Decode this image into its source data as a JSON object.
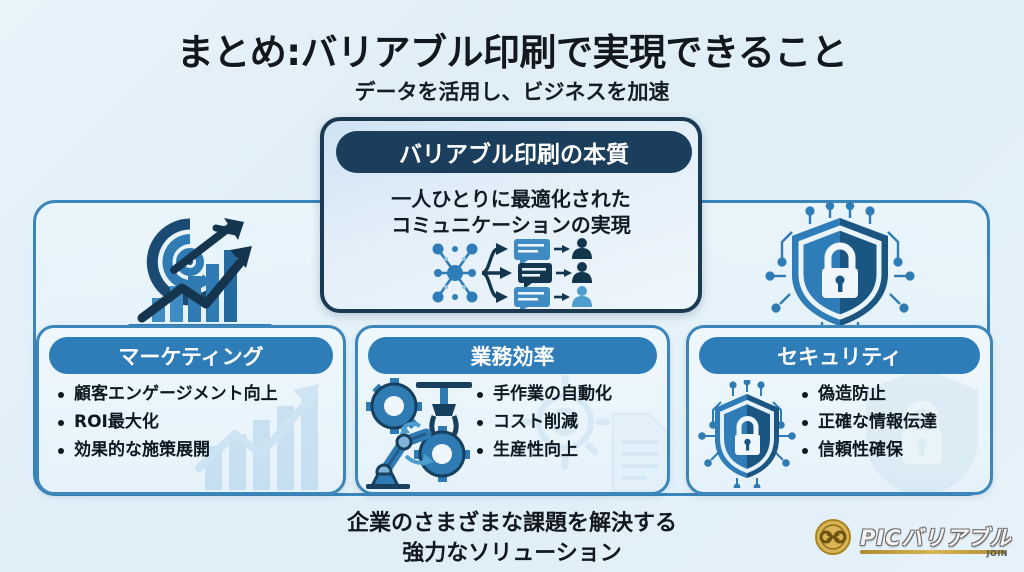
{
  "slide": {
    "title": "まとめ:バリアブル印刷で実現できること",
    "subtitle": "データを活用し、ビジネスを加速"
  },
  "center_box": {
    "header": "バリアブル印刷の本質",
    "line1": "一人ひとりに最適化された",
    "line2": "コミュニケーションの実現",
    "icon": "data-to-people-communication-icon"
  },
  "decorative_icons": {
    "top_left": "target-arrow-growth-chart-icon",
    "top_right": "shield-lock-circuit-icon"
  },
  "cards": [
    {
      "id": "marketing",
      "header": "マーケティング",
      "bullets": [
        "顧客エンゲージメント向上",
        "ROI最大化",
        "効果的な施策展開"
      ],
      "watermark": "growth-bar-chart-watermark"
    },
    {
      "id": "efficiency",
      "header": "業務効率",
      "bullets": [
        "手作業の自動化",
        "コスト削減",
        "生産性向上"
      ],
      "icon": "robot-arm-gears-icon",
      "watermark": "gear-document-watermark"
    },
    {
      "id": "security",
      "header": "セキュリティ",
      "bullets": [
        "偽造防止",
        "正確な情報伝達",
        "信頼性確保"
      ],
      "icon": "shield-lock-circuit-small-icon",
      "watermark": "shield-lock-watermark"
    }
  ],
  "footer": {
    "line1": "企業のさまざまな課題を解決する",
    "line2": "強力なソリューション"
  },
  "logo": {
    "emblem": "pic-infinity-emblem-icon",
    "wordmark": "PICバリアブル",
    "tagline": "JOIN"
  },
  "colors": {
    "background": "#e3f0f8",
    "frame_border": "#3a85ba",
    "card_border": "#3d86ba",
    "card_header": "#2e7cb8",
    "center_border": "#1b3a52",
    "center_header": "#1b3e5c",
    "text": "#111820",
    "logo_gold": "#d9b457"
  }
}
